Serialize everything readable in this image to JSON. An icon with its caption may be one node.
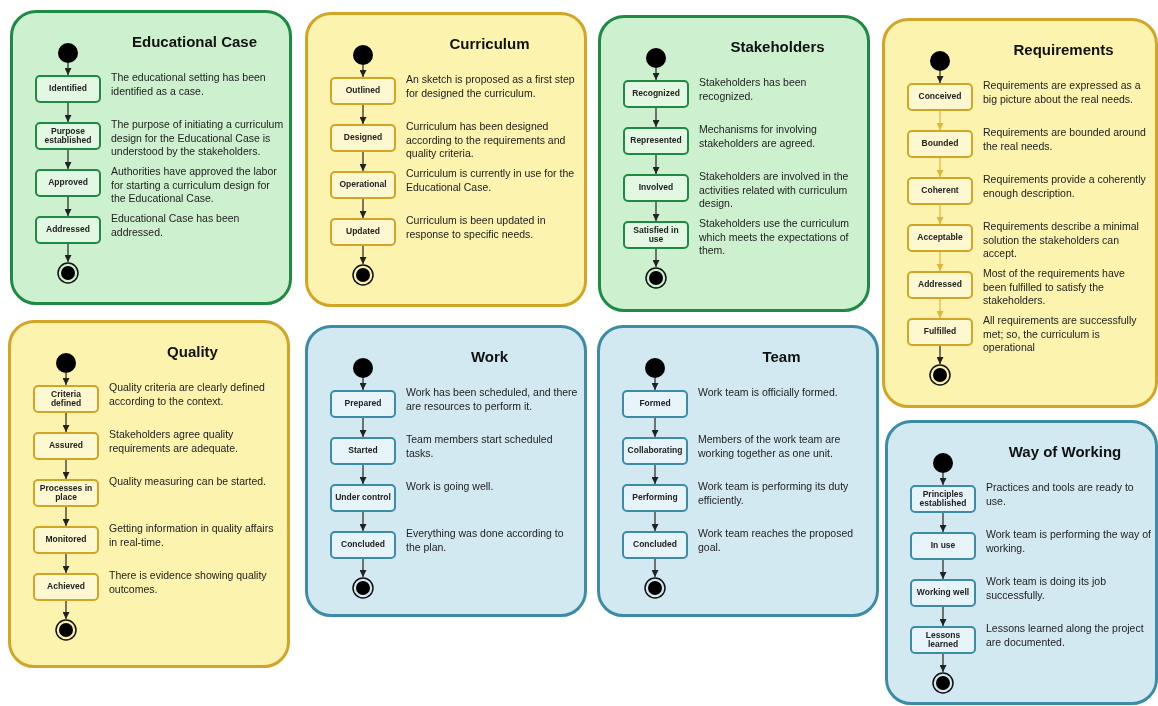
{
  "diagram": {
    "nodes": [
      {
        "text": [
          "Educational Case"
        ]
      },
      {
        "text": [],
        "shape": "circle",
        "in": 0
      },
      {
        "text": [
          "Identified"
        ],
        "in": 0,
        "beside": [
          "The educational setting has been identified as a case."
        ]
      },
      {
        "text": [
          "Purpose established"
        ],
        "in": 0,
        "beside": [
          "The purpose of initiating a curriculum design for the Educational Case is understood by the stakeholders."
        ]
      },
      {
        "text": [
          "Approved"
        ],
        "in": 0,
        "beside": [
          "Authorities have approved the labor for starting a curriculum design for the Educational Case."
        ]
      },
      {
        "text": [
          "Addressed"
        ],
        "in": 0,
        "beside": [
          "Educational Case has been addressed."
        ]
      },
      {
        "text": [],
        "shape": "circle",
        "in": 0
      },
      {
        "text": [
          "Curriculum"
        ]
      },
      {
        "text": [],
        "shape": "circle",
        "in": 7
      },
      {
        "text": [
          "Outlined"
        ],
        "in": 7,
        "beside": [
          "An sketch is proposed as a first step for designed the curriculum."
        ]
      },
      {
        "text": [
          "Designed"
        ],
        "in": 7,
        "beside": [
          "Curriculum has been designed according to the requirements and quality criteria."
        ]
      },
      {
        "text": [
          "Operational"
        ],
        "in": 7,
        "beside": [
          "Curriculum is currently in use for the Educational Case."
        ]
      },
      {
        "text": [
          "Updated"
        ],
        "in": 7,
        "beside": [
          "Curriculum is been updated in response to specific needs."
        ]
      },
      {
        "text": [],
        "shape": "circle",
        "in": 7
      },
      {
        "text": [
          "Stakeholders"
        ]
      },
      {
        "text": [],
        "shape": "circle",
        "in": 14
      },
      {
        "text": [
          "Recognized"
        ],
        "in": 14,
        "beside": [
          "Stakeholders has been recognized."
        ]
      },
      {
        "text": [
          "Represented"
        ],
        "in": 14,
        "beside": [
          "Mechanisms for involving stakeholders are agreed."
        ]
      },
      {
        "text": [
          "Involved"
        ],
        "in": 14,
        "beside": [
          "Stakeholders are involved in the activities related with curriculum design."
        ]
      },
      {
        "text": [
          "Satisfied in use"
        ],
        "in": 14,
        "beside": [
          "Stakeholders use the curriculum which meets the expectations of them."
        ]
      },
      {
        "text": [],
        "shape": "circle",
        "in": 14
      },
      {
        "text": [
          "Requirements"
        ]
      },
      {
        "text": [],
        "shape": "circle",
        "in": 21
      },
      {
        "text": [
          "Conceived"
        ],
        "in": 21,
        "beside": [
          "Requirements are expressed as a big picture about the real needs."
        ]
      },
      {
        "text": [
          "Bounded"
        ],
        "in": 21,
        "beside": [
          "Requirements are bounded around the real needs."
        ]
      },
      {
        "text": [
          "Coherent"
        ],
        "in": 21,
        "beside": [
          "Requirements provide a coherently enough description."
        ]
      },
      {
        "text": [
          "Acceptable"
        ],
        "in": 21,
        "beside": [
          "Requirements describe a minimal solution the stakeholders can accept."
        ]
      },
      {
        "text": [
          "Addressed"
        ],
        "in": 21,
        "beside": [
          "Most of the requirements have been fulfilled to satisfy the stakeholders."
        ]
      },
      {
        "text": [
          "Fulfilled"
        ],
        "in": 21,
        "beside": [
          "All requirements are successfully met; so, the curriculum is operational"
        ]
      },
      {
        "text": [],
        "shape": "circle",
        "in": 21
      },
      {
        "text": [
          "Quality"
        ]
      },
      {
        "text": [],
        "shape": "circle",
        "in": 30
      },
      {
        "text": [
          "Criteria defined"
        ],
        "in": 30,
        "beside": [
          "Quality criteria are clearly defined according to the context."
        ]
      },
      {
        "text": [
          "Assured"
        ],
        "in": 30,
        "beside": [
          "Stakeholders agree quality requirements are adequate."
        ]
      },
      {
        "text": [
          "Processes in place"
        ],
        "in": 30,
        "beside": [
          "Quality measuring can be started."
        ]
      },
      {
        "text": [
          "Monitored"
        ],
        "in": 30,
        "beside": [
          "Getting information in quality affairs in real-time."
        ]
      },
      {
        "text": [
          "Achieved"
        ],
        "in": 30,
        "beside": [
          "There is evidence showing quality outcomes."
        ]
      },
      {
        "text": [],
        "shape": "circle",
        "in": 30
      },
      {
        "text": [
          "Work"
        ]
      },
      {
        "text": [],
        "shape": "circle",
        "in": 38
      },
      {
        "text": [
          "Prepared"
        ],
        "in": 38,
        "beside": [
          "Work has been scheduled, and there are resources to perform it."
        ]
      },
      {
        "text": [
          "Started"
        ],
        "in": 38,
        "beside": [
          "Team members start scheduled tasks."
        ]
      },
      {
        "text": [
          "Under control"
        ],
        "in": 38,
        "beside": [
          "Work is going well."
        ]
      },
      {
        "text": [
          "Concluded"
        ],
        "in": 38,
        "beside": [
          "Everything was done according to the plan."
        ]
      },
      {
        "text": [],
        "shape": "circle",
        "in": 38
      },
      {
        "text": [
          "Team"
        ]
      },
      {
        "text": [],
        "shape": "circle",
        "in": 45
      },
      {
        "text": [
          "Formed"
        ],
        "in": 45,
        "beside": [
          "Work team is officially formed."
        ]
      },
      {
        "text": [
          "Collaborating"
        ],
        "in": 45,
        "beside": [
          "Members of the work team are working together as one unit."
        ]
      },
      {
        "text": [
          "Performing"
        ],
        "in": 45,
        "beside": [
          "Work team is performing its duty efficiently."
        ]
      },
      {
        "text": [
          "Concluded"
        ],
        "in": 45,
        "beside": [
          "Work team reaches the proposed goal."
        ]
      },
      {
        "text": [],
        "shape": "circle",
        "in": 45
      },
      {
        "text": [
          "Way of Working"
        ]
      },
      {
        "text": [],
        "shape": "circle",
        "in": 52
      },
      {
        "text": [
          "Principles established"
        ],
        "in": 52,
        "beside": [
          "Practices and tools are ready to use."
        ]
      },
      {
        "text": [
          "In use"
        ],
        "in": 52,
        "beside": [
          "Work team is performing the way of working."
        ]
      },
      {
        "text": [
          "Working well"
        ],
        "in": 52,
        "beside": [
          "Work team is doing its job successfully."
        ]
      },
      {
        "text": [
          "Lessons learned"
        ],
        "in": 52,
        "beside": [
          "Lessons learned along the project are documented."
        ]
      },
      {
        "text": [],
        "shape": "circle",
        "in": 52
      }
    ],
    "edges": [
      {
        "from": 1,
        "to": 2,
        "arrow": "to"
      },
      {
        "from": 2,
        "to": 3,
        "arrow": "to"
      },
      {
        "from": 3,
        "to": 4,
        "arrow": "to"
      },
      {
        "from": 4,
        "to": 5,
        "arrow": "to"
      },
      {
        "from": 5,
        "to": 6,
        "arrow": "to"
      },
      {
        "from": 8,
        "to": 9,
        "arrow": "to"
      },
      {
        "from": 9,
        "to": 10,
        "arrow": "to"
      },
      {
        "from": 10,
        "to": 11,
        "arrow": "to"
      },
      {
        "from": 11,
        "to": 12,
        "arrow": "to"
      },
      {
        "from": 12,
        "to": 13,
        "arrow": "to"
      },
      {
        "from": 15,
        "to": 16,
        "arrow": "to"
      },
      {
        "from": 16,
        "to": 17,
        "arrow": "to"
      },
      {
        "from": 17,
        "to": 18,
        "arrow": "to"
      },
      {
        "from": 18,
        "to": 19,
        "arrow": "to"
      },
      {
        "from": 19,
        "to": 20,
        "arrow": "to"
      },
      {
        "from": 22,
        "to": 23,
        "arrow": "to"
      },
      {
        "from": 23,
        "to": 24,
        "arrow": "to",
        "color": "#e2b43a"
      },
      {
        "from": 24,
        "to": 25,
        "arrow": "to",
        "color": "#e2b43a"
      },
      {
        "from": 25,
        "to": 26,
        "arrow": "to",
        "color": "#e2b43a"
      },
      {
        "from": 26,
        "to": 27,
        "arrow": "to",
        "color": "#e2b43a"
      },
      {
        "from": 27,
        "to": 28,
        "arrow": "to",
        "color": "#e2b43a"
      },
      {
        "from": 28,
        "to": 29,
        "arrow": "to"
      },
      {
        "from": 31,
        "to": 32,
        "arrow": "to"
      },
      {
        "from": 32,
        "to": 33,
        "arrow": "to"
      },
      {
        "from": 33,
        "to": 34,
        "arrow": "to"
      },
      {
        "from": 34,
        "to": 35,
        "arrow": "to"
      },
      {
        "from": 35,
        "to": 36,
        "arrow": "to"
      },
      {
        "from": 36,
        "to": 37,
        "arrow": "to"
      },
      {
        "from": 39,
        "to": 40,
        "arrow": "to"
      },
      {
        "from": 40,
        "to": 41,
        "arrow": "to"
      },
      {
        "from": 41,
        "to": 42,
        "arrow": "to"
      },
      {
        "from": 42,
        "to": 43,
        "arrow": "to"
      },
      {
        "from": 43,
        "to": 44,
        "arrow": "to"
      },
      {
        "from": 46,
        "to": 47,
        "arrow": "to"
      },
      {
        "from": 47,
        "to": 48,
        "arrow": "to"
      },
      {
        "from": 48,
        "to": 49,
        "arrow": "to"
      },
      {
        "from": 49,
        "to": 50,
        "arrow": "to"
      },
      {
        "from": 50,
        "to": 51,
        "arrow": "to"
      },
      {
        "from": 53,
        "to": 54,
        "arrow": "to"
      },
      {
        "from": 54,
        "to": 55,
        "arrow": "to"
      },
      {
        "from": 55,
        "to": 56,
        "arrow": "to"
      },
      {
        "from": 56,
        "to": 57,
        "arrow": "to"
      },
      {
        "from": 57,
        "to": 58,
        "arrow": "to"
      }
    ]
  }
}
